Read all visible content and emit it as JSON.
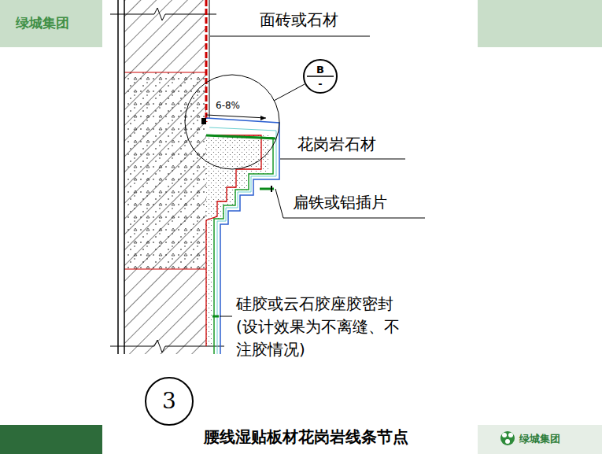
{
  "diagram": {
    "caption": "腰线湿贴板材花岗岩线条节点",
    "nodes": [
      {
        "text": [
          "B",
          "-"
        ]
      },
      {
        "text": [
          "3"
        ]
      }
    ],
    "labels": [
      "绿城集团",
      "面砖或石材",
      "6-8%",
      "花岗岩石材",
      "扁铁或铝插片",
      "硅胶或云石胶座胶密封 (设计效果为不离缝、不 注胶情况)",
      "绿城集团"
    ]
  }
}
